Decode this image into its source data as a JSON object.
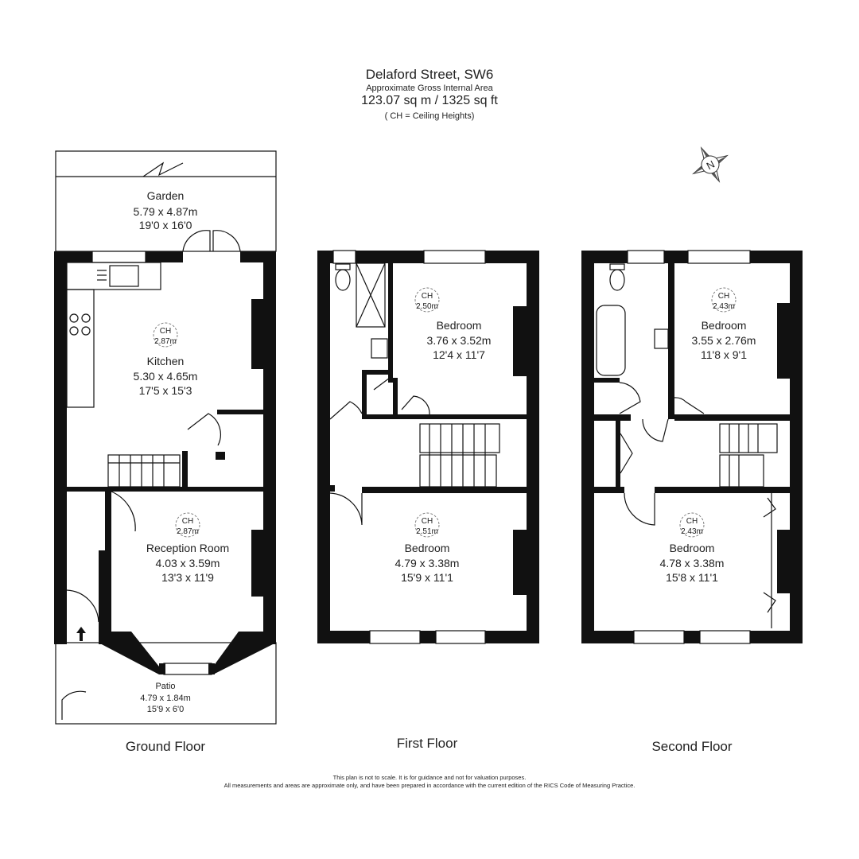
{
  "header": {
    "title": "Delaford Street, SW6",
    "subtitle": "Approximate Gross Internal Area",
    "area": "123.07 sq m / 1325 sq ft",
    "note": "( CH = Ceiling Heights)"
  },
  "compass": {
    "label": "N",
    "icon": "north-compass-icon"
  },
  "floors": {
    "ground": {
      "label": "Ground Floor",
      "garden": {
        "name": "Garden",
        "metric": "5.79 x 4.87m",
        "imperial": "19'0 x 16'0"
      },
      "kitchen": {
        "ch": "CH",
        "ch_value": "2.87m",
        "name": "Kitchen",
        "metric": "5.30 x 4.65m",
        "imperial": "17'5 x 15'3"
      },
      "reception": {
        "ch": "CH",
        "ch_value": "2.87m",
        "name": "Reception Room",
        "metric": "4.03 x 3.59m",
        "imperial": "13'3 x 11'9"
      },
      "patio": {
        "name": "Patio",
        "metric": "4.79 x 1.84m",
        "imperial": "15'9 x 6'0"
      }
    },
    "first": {
      "label": "First Floor",
      "rear_bedroom": {
        "ch": "CH",
        "ch_value": "2.50m",
        "name": "Bedroom",
        "metric": "3.76 x 3.52m",
        "imperial": "12'4 x 11'7"
      },
      "front_bedroom": {
        "ch": "CH",
        "ch_value": "2.51m",
        "name": "Bedroom",
        "metric": "4.79 x 3.38m",
        "imperial": "15'9 x 11'1"
      }
    },
    "second": {
      "label": "Second Floor",
      "rear_bedroom": {
        "ch": "CH",
        "ch_value": "2.43m",
        "name": "Bedroom",
        "metric": "3.55 x 2.76m",
        "imperial": "11'8 x 9'1"
      },
      "front_bedroom": {
        "ch": "CH",
        "ch_value": "2.43m",
        "name": "Bedroom",
        "metric": "4.78 x 3.38m",
        "imperial": "15'8 x 11'1"
      }
    }
  },
  "footer": {
    "line1": "This plan is not to scale. It is for guidance and not for valuation purposes.",
    "line2": "All measurements and areas are approximate only, and have been prepared in accordance with the current edition of the RICS Code of Measuring Practice."
  }
}
